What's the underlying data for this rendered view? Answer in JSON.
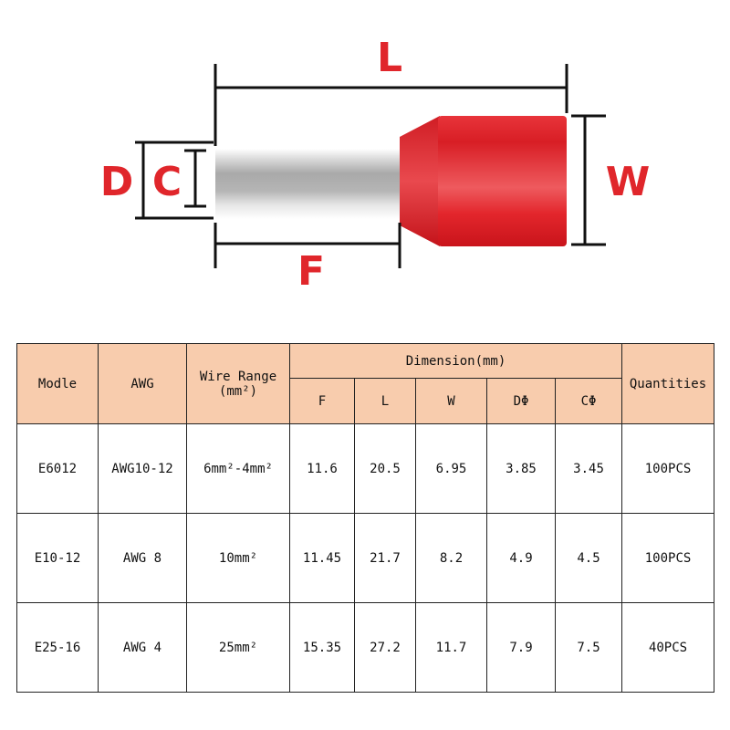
{
  "diagram": {
    "labels": {
      "L": "L",
      "D": "D",
      "C": "C",
      "F": "F",
      "W": "W"
    },
    "colors": {
      "accent": "#e0262b",
      "tube": "#b7b7b7",
      "cap": "#e12128",
      "line": "#111111"
    }
  },
  "table": {
    "header": {
      "model": "Modle",
      "awg": "AWG",
      "wire_range_line1": "Wire Range",
      "wire_range_line2": "(mm²)",
      "dimension": "Dimension(mm)",
      "f": "F",
      "l": "L",
      "w": "W",
      "d": "DΦ",
      "c": "CΦ",
      "quantities": "Quantities"
    },
    "rows": [
      {
        "model": "E6012",
        "awg": "AWG10-12",
        "wire_range": "6mm²-4mm²",
        "f": "11.6",
        "l": "20.5",
        "w": "6.95",
        "d": "3.85",
        "c": "3.45",
        "qty": "100PCS"
      },
      {
        "model": "E10-12",
        "awg": "AWG 8",
        "wire_range": "10mm²",
        "f": "11.45",
        "l": "21.7",
        "w": "8.2",
        "d": "4.9",
        "c": "4.5",
        "qty": "100PCS"
      },
      {
        "model": "E25-16",
        "awg": "AWG 4",
        "wire_range": "25mm²",
        "f": "15.35",
        "l": "27.2",
        "w": "11.7",
        "d": "7.9",
        "c": "7.5",
        "qty": "40PCS"
      }
    ]
  }
}
